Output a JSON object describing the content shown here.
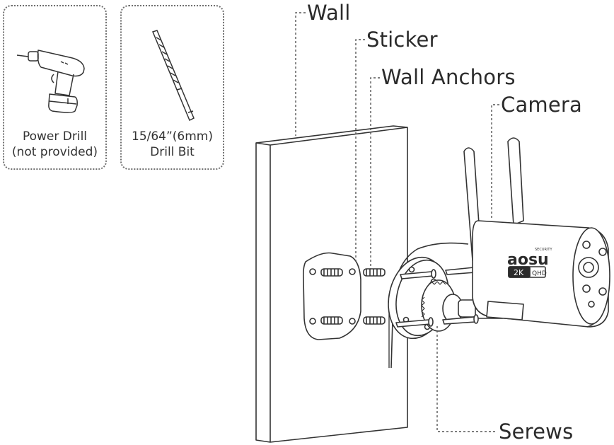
{
  "tools": [
    {
      "name": "power-drill",
      "caption_line1": "Power Drill",
      "caption_line2": "(not provided)",
      "icon": "power-drill-icon"
    },
    {
      "name": "drill-bit",
      "caption_line1": "15/64”(6mm)",
      "caption_line2": "Drill Bit",
      "icon": "drill-bit-icon"
    }
  ],
  "callouts": {
    "wall": "Wall",
    "sticker": "Sticker",
    "wall_anchors": "Wall Anchors",
    "camera": "Camera",
    "screws": "Serews"
  },
  "camera_branding": {
    "brand": "aosu",
    "subbrand": "SECURITY",
    "badge_2k": "2K",
    "badge_qhd": "QHD"
  }
}
